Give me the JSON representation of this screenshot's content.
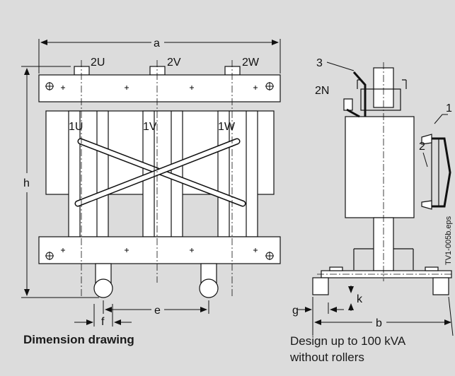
{
  "left_drawing": {
    "terminals_top": [
      "2U",
      "2V",
      "2W"
    ],
    "terminals_coil": [
      "1U",
      "1V",
      "1W"
    ],
    "dimensions": {
      "a": "a",
      "h": "h",
      "e": "e",
      "f": "f"
    }
  },
  "right_drawing": {
    "callouts": [
      "3",
      "2N",
      "1",
      "2"
    ],
    "dimensions": {
      "b": "b",
      "g": "g",
      "k": "k"
    },
    "file_label": "TV1-005b.eps"
  },
  "captions": {
    "left": "Dimension drawing",
    "right_line1": "Design up to 100 kVA",
    "right_line2": "without rollers"
  },
  "colors": {
    "background": "#dcdcdc",
    "drawing_fill": "#ffffff",
    "line": "#111111"
  }
}
